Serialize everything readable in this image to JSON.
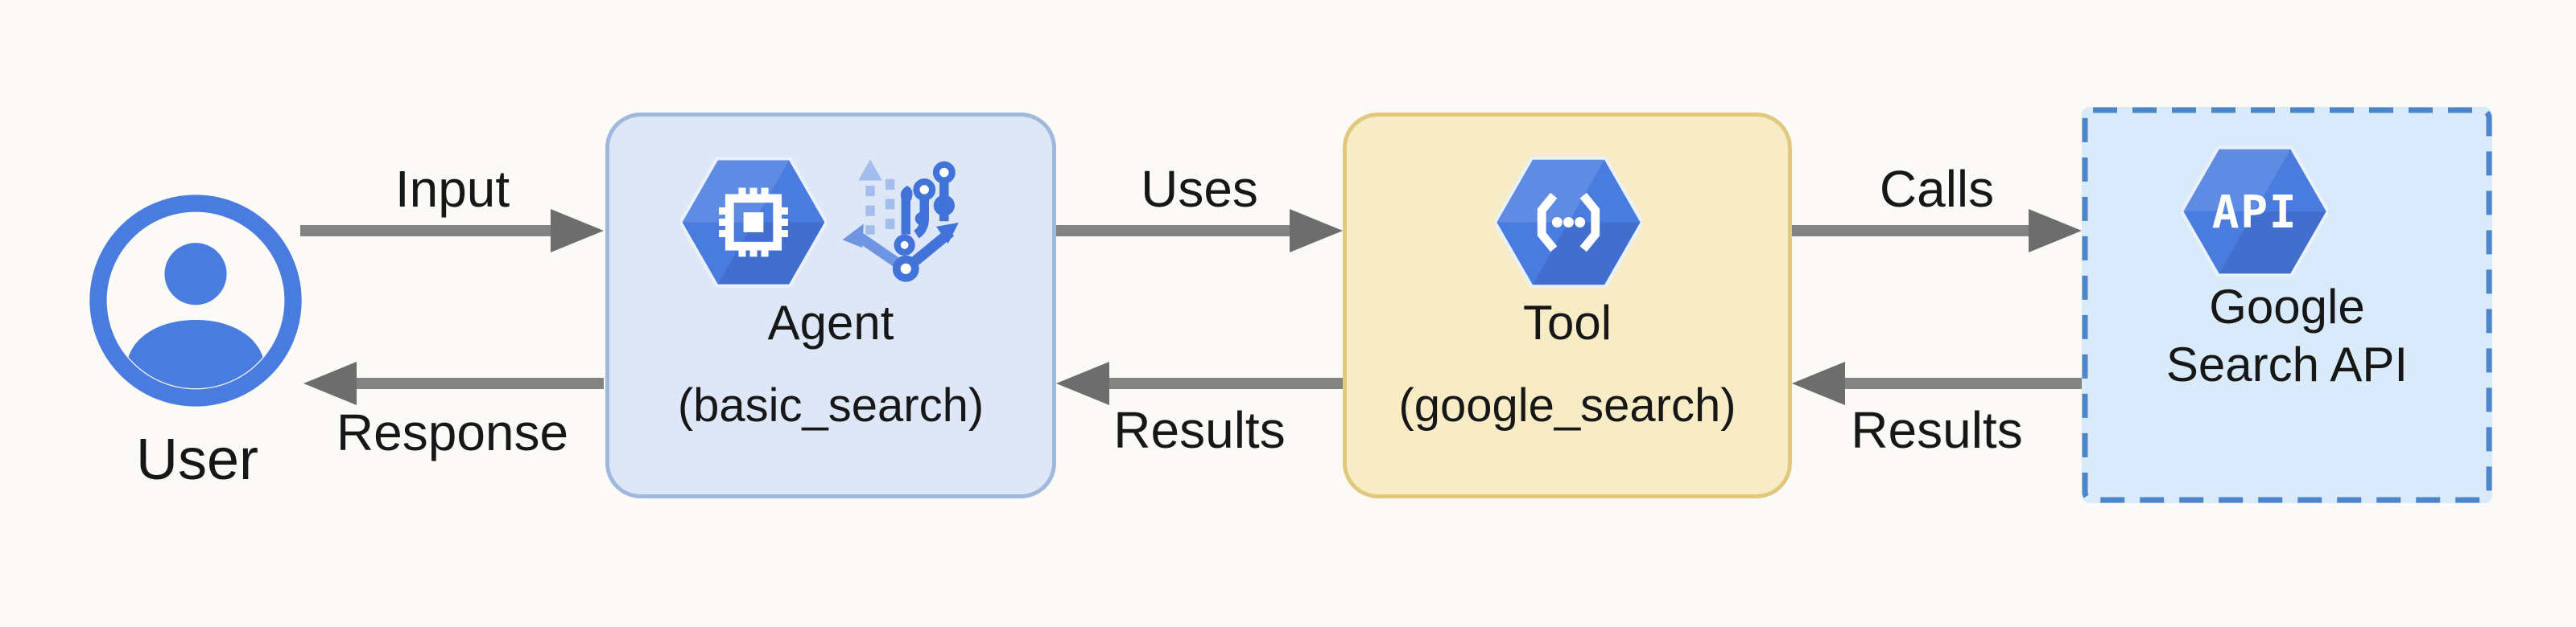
{
  "colors": {
    "bg": "#fbfaf7",
    "text": "#171717",
    "blue": "#4a7ce0",
    "blue-rim": "#e9f1fb",
    "branch-light": "#a3bdec",
    "branch-mid": "#6f95e2",
    "branch-dark": "#4273d8",
    "agent-fill": "#dde7f7",
    "agent-border": "#9fb8dc",
    "tool-fill": "#f8ecc6",
    "tool-border": "#e2c87c",
    "api-fill": "#d9eafa",
    "api-border": "#4c86c9",
    "arrow": "#838383",
    "arrow-head": "#6d6d6d"
  },
  "nodes": {
    "user": {
      "label": "User",
      "icon": "user-account-circle-icon"
    },
    "agent": {
      "title": "Agent",
      "subtitle": "(basic_search)",
      "icons": [
        "cpu-hexagon-icon",
        "branching-circuit-icon"
      ]
    },
    "tool": {
      "title": "Tool",
      "subtitle": "(google_search)",
      "icon": "code-braces-hexagon-icon"
    },
    "api": {
      "title": "Google",
      "subtitle": "Search API",
      "icon": "api-hexagon-icon",
      "icon_text": "API"
    }
  },
  "edges": {
    "input": {
      "label": "Input",
      "from": "user",
      "to": "agent",
      "direction": "right"
    },
    "response": {
      "label": "Response",
      "from": "agent",
      "to": "user",
      "direction": "left"
    },
    "uses": {
      "label": "Uses",
      "from": "agent",
      "to": "tool",
      "direction": "right"
    },
    "results_tool_to_agent": {
      "label": "Results",
      "from": "tool",
      "to": "agent",
      "direction": "left"
    },
    "calls": {
      "label": "Calls",
      "from": "tool",
      "to": "api",
      "direction": "right"
    },
    "results_api_to_tool": {
      "label": "Results",
      "from": "api",
      "to": "tool",
      "direction": "left"
    }
  }
}
